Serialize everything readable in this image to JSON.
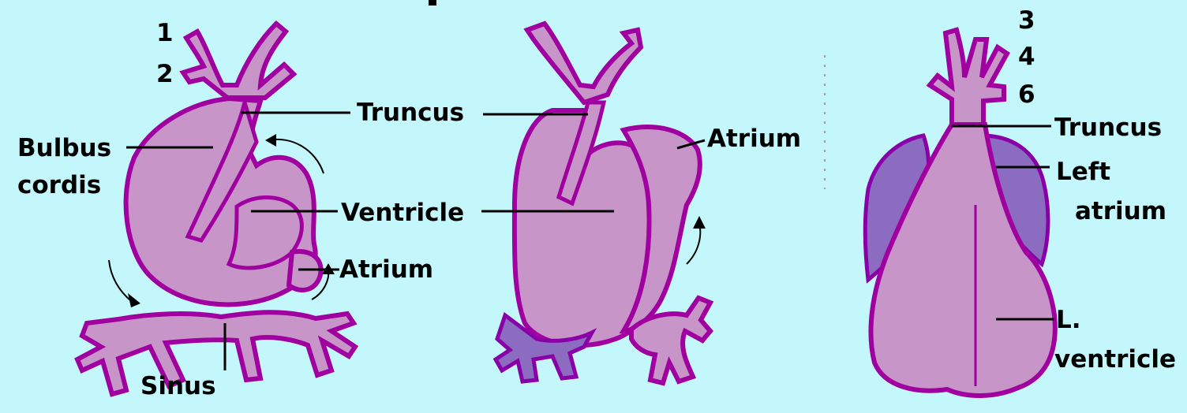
{
  "colors": {
    "background": "#c4f7fb",
    "heart_fill": "#c895c8",
    "heart_outline": "#a000a0",
    "atrium_dark": "#8c6cc0"
  },
  "panel_left": {
    "label_1": "1",
    "label_2": "2",
    "truncus": "Truncus",
    "bulbus_line1": "Bulbus",
    "bulbus_line2": "cordis",
    "ventricle": "Ventricle",
    "atrium": "Atrium",
    "sinus": "Sinus"
  },
  "panel_middle": {
    "atrium": "Atrium"
  },
  "panel_right": {
    "label_3": "3",
    "label_4": "4",
    "label_6": "6",
    "truncus": "Truncus",
    "left_atrium_line1": "Left",
    "left_atrium_line2": "atrium",
    "l_ventricle_line1": "L.",
    "l_ventricle_line2": "ventricle"
  }
}
